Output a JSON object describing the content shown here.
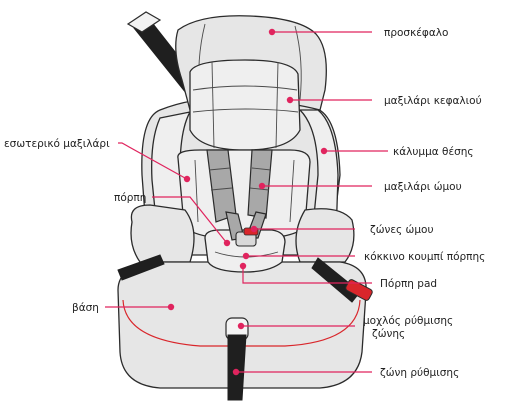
{
  "colors": {
    "accent": "#e0245e",
    "outline": "#2b2b2b",
    "seat_fill": "#e6e6e6",
    "strap": "#1f1f1f",
    "red_button": "#d9262b",
    "red_seam": "#d9262b"
  },
  "labels": {
    "headrest": "προσκέφαλο",
    "head_cushion": "μαξιλάρι κεφαλιού",
    "seat_cover": "κάλυμμα θέσης",
    "inner_cushion": "εσωτερικό μαξιλάρι",
    "shoulder_pad": "μαξιλάρι ώμου",
    "buckle": "πόρπη",
    "shoulder_belts": "ζώνες ώμου",
    "red_buckle_button": "κόκκινο κουμπί πόρπης",
    "buckle_pad": "Πόρπη pad",
    "base": "βάση",
    "adjust_lever_line1": "μοχλός ρύθμισης",
    "adjust_lever_line2": "ζώνης",
    "adjust_strap": "ζώνη ρύθμισης"
  }
}
